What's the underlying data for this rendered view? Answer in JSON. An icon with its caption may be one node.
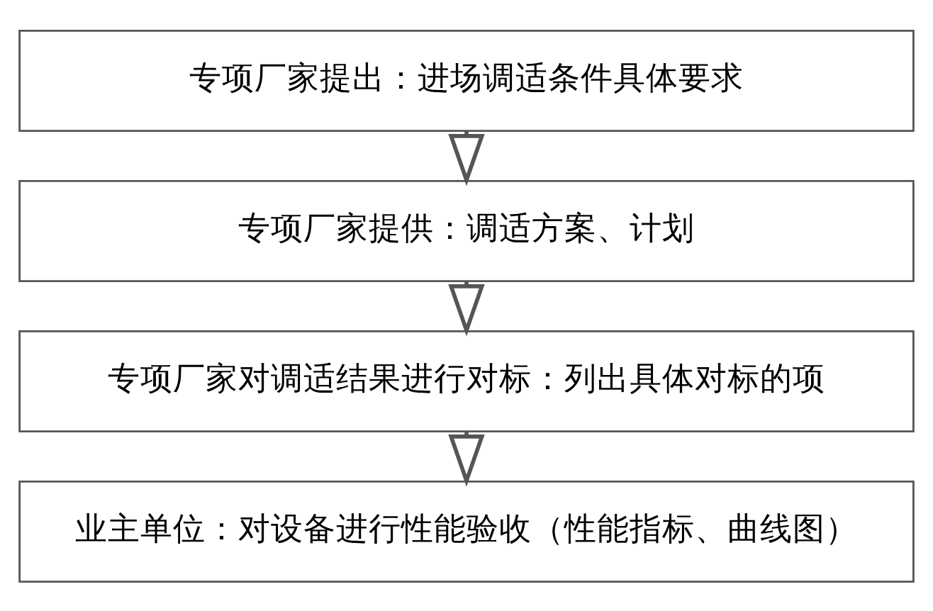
{
  "diagram": {
    "nodes": [
      {
        "text": [
          "专项厂家提出：进场调适条件具体要求"
        ]
      },
      {
        "text": [
          "专项厂家提供：调适方案、计划"
        ]
      },
      {
        "text": [
          "专项厂家对调适结果进行对标：列出具体对标的项"
        ]
      },
      {
        "text": [
          "业主单位：对设备进行性能验收（性能指标、曲线图）"
        ]
      }
    ],
    "edges": [
      {
        "from": 0,
        "to": 1,
        "arrow": "to"
      },
      {
        "from": 1,
        "to": 2,
        "arrow": "to"
      },
      {
        "from": 2,
        "to": 3,
        "arrow": "to"
      }
    ]
  }
}
